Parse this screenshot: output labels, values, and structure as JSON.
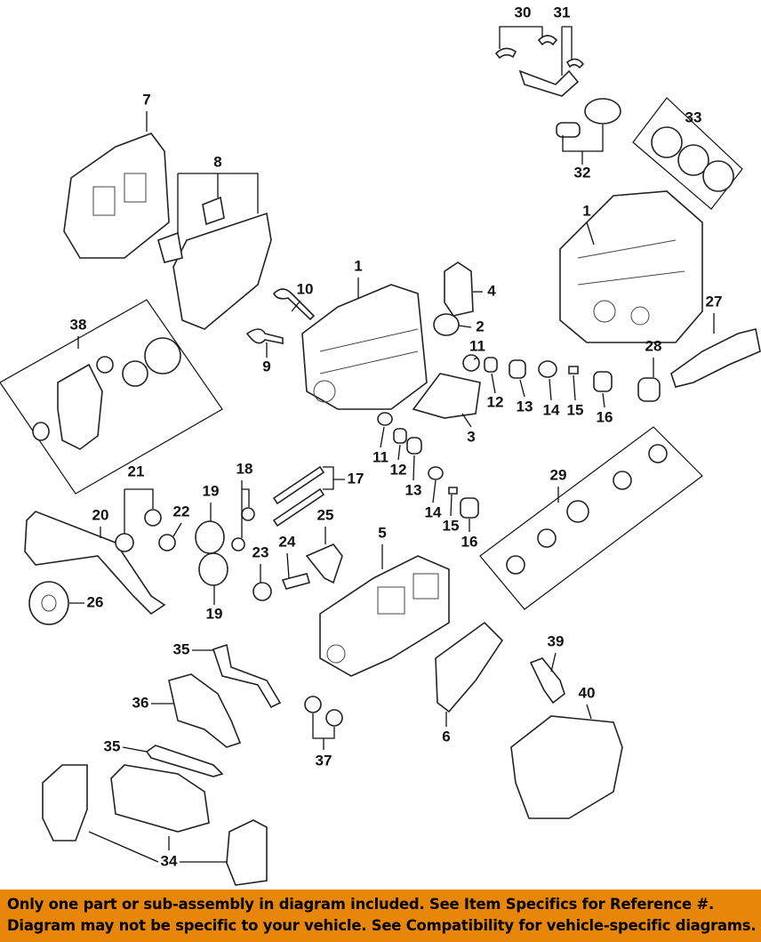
{
  "diagram": {
    "callouts": [
      "30",
      "31",
      "7",
      "8",
      "33",
      "32",
      "1",
      "1",
      "10",
      "4",
      "38",
      "2",
      "27",
      "11",
      "9",
      "28",
      "12",
      "13",
      "14",
      "15",
      "16",
      "3",
      "11",
      "12",
      "13",
      "17",
      "29",
      "21",
      "18",
      "14",
      "15",
      "16",
      "19",
      "22",
      "20",
      "25",
      "24",
      "23",
      "5",
      "26",
      "19",
      "35",
      "39",
      "40",
      "36",
      "6",
      "37",
      "35",
      "34"
    ]
  },
  "banner": {
    "line1": "Only one part or sub-assembly in diagram included. See Item Specifics for Reference #.",
    "line2": "Diagram may not be specific to your vehicle. See Compatibility for vehicle-specific diagrams.",
    "color": "#e8860a"
  }
}
